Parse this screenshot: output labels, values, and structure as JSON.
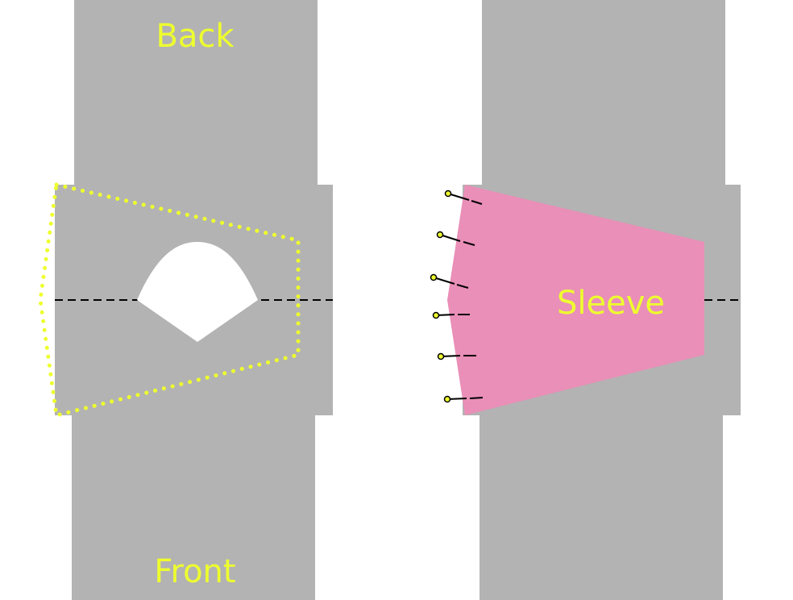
{
  "labels": {
    "back": "Back",
    "front": "Front",
    "sleeve": "Sleeve"
  },
  "colors": {
    "background": "#ffffff",
    "fabric_gray": "#b3b3b3",
    "sleeve_pink": "#e98fb8",
    "label_yellow": "#eeff2e",
    "guide_black": "#000000",
    "cutout_white": "#ffffff"
  },
  "pins": {
    "count": 6
  }
}
